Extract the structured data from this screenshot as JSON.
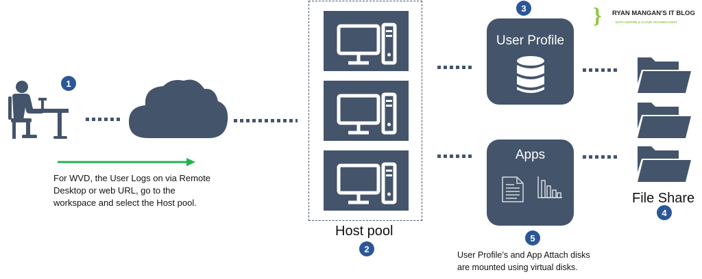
{
  "logo": {
    "title": "RYAN MANGAN'S IT BLOG",
    "subtitle": "DATA CENTRE & CLOUD TECHNOLOGIST"
  },
  "steps": [
    "1",
    "2",
    "3",
    "4",
    "5"
  ],
  "user_caption": {
    "line1": "For WVD, the User Logs on via Remote",
    "line2": "Desktop or web URL, go to the",
    "line3": "workspace and select the Host pool."
  },
  "host_pool": {
    "label": "Host pool"
  },
  "user_profile": {
    "label": "User Profile"
  },
  "apps": {
    "label": "Apps"
  },
  "file_share": {
    "label": "File Share"
  },
  "disks_caption": {
    "line1": "User Profile’s and App Attach disks",
    "line2": "are mounted using virtual disks."
  },
  "colors": {
    "slate": "#44546a",
    "badge": "#2b5797",
    "arrow": "#22b14c",
    "logo_green": "#8dc63f"
  },
  "icons": [
    "user-at-desk-icon",
    "cloud-icon",
    "monitor-icon",
    "database-icon",
    "document-icon",
    "bar-chart-icon",
    "folder-icon"
  ]
}
